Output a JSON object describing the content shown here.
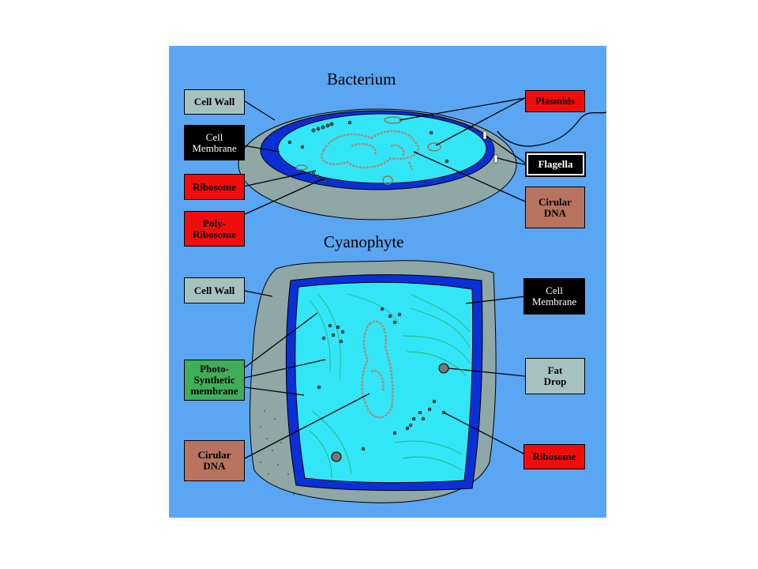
{
  "titles": {
    "bacterium": "Bacterium",
    "cyanophyte": "Cyanophyte"
  },
  "bacterium_labels": {
    "cell_wall": "Cell Wall",
    "cell_membrane": "Cell\nMembrane",
    "ribosome": "Ribosome",
    "poly_ribosome": "Poly-\nRibosome",
    "plasmids": "Plasmids",
    "flagella": "Flagella",
    "circular_dna": "Cirular\nDNA"
  },
  "cyanophyte_labels": {
    "cell_wall": "Cell Wall",
    "cell_membrane": "Cell\nMembrane",
    "photo_synthetic": "Photo-\nSynthetic\nmembrane",
    "fat_drop": "Fat\nDrop",
    "circular_dna": "Cirular\nDNA",
    "ribosome": "Ribosome"
  },
  "colors": {
    "background": "#5aa6f2",
    "cell_wall": "#8fa8a6",
    "membrane": "#0a2fd6",
    "cytoplasm": "#33e6f7",
    "label_gray": "#a6c2c0",
    "label_red": "#f20d0d",
    "label_brown": "#b8735e",
    "label_green": "#3fae57"
  }
}
